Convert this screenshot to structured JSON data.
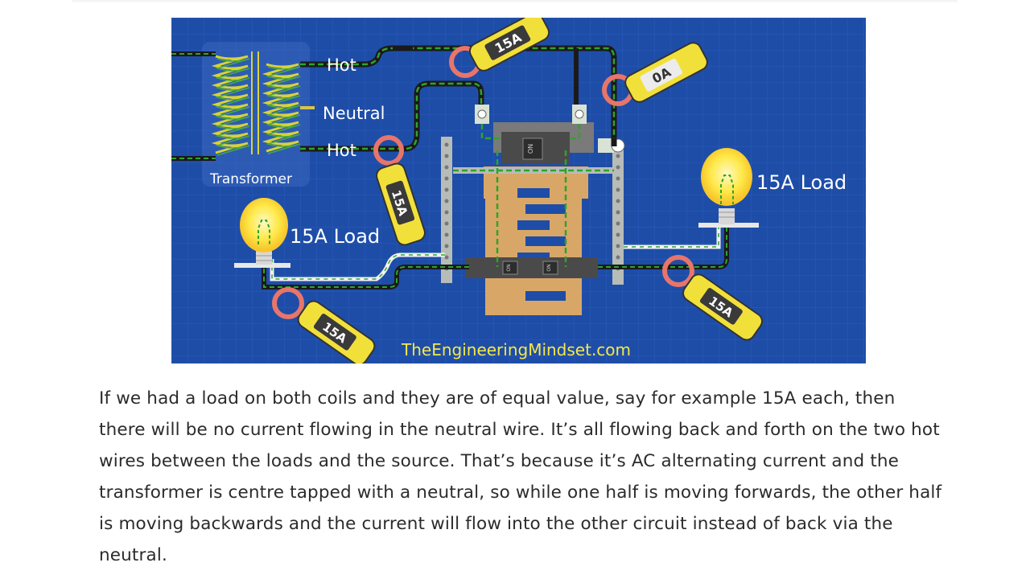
{
  "figure": {
    "labels": {
      "hot_top": "Hot",
      "neutral": "Neutral",
      "hot_bottom": "Hot",
      "transformer": "Transformer",
      "load_left": "15A Load",
      "load_right": "15A Load",
      "watermark": "TheEngineeringMindset.com",
      "breaker_main": "ON",
      "breaker_a": "ON",
      "breaker_b": "ON"
    },
    "meters": {
      "hot_top": "15A",
      "neutral": "0A",
      "hot_bottom": "15A",
      "load_left": "15A",
      "load_right": "15A"
    },
    "colors": {
      "background": "#1e4da8",
      "grid": "#2e62c2",
      "wire": "#1a1a1a",
      "wire_stripe": "#2fa32b",
      "neutral_wire": "#f4f4f4",
      "meter_body": "#f2e03a",
      "meter_clamp": "#e8756a",
      "copper": "#d8a768",
      "watermark": "#f5e84a"
    }
  },
  "paragraph": "If we had a load on both coils and they are of equal value, say for example 15A each, then there will be no current flowing in the neutral wire. It’s all flowing back and forth on the two hot wires between the loads and the source. That’s because it’s AC alternating current and the transformer is centre tapped with a neutral, so while one half is moving forwards, the other half is moving backwards and the current will flow into the other circuit instead of back via the neutral."
}
